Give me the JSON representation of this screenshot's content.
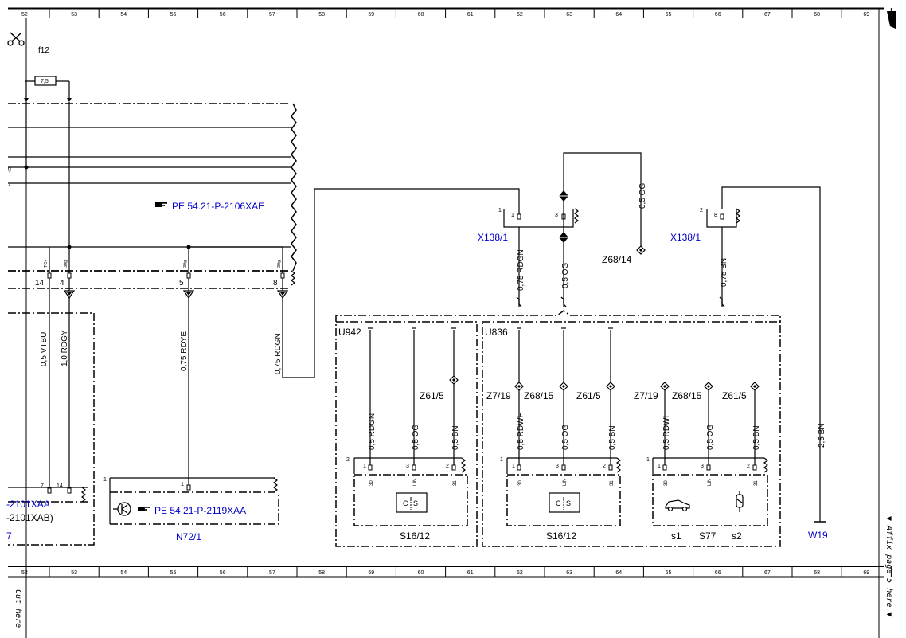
{
  "ruler": {
    "columns": [
      "52",
      "53",
      "54",
      "55",
      "56",
      "57",
      "58",
      "59",
      "60",
      "61",
      "62",
      "63",
      "64",
      "65",
      "66",
      "67",
      "68",
      "69"
    ]
  },
  "margin": {
    "affix_note": "▼ Affix page 5 here ▼",
    "cut_note": "Cut here"
  },
  "fuse": {
    "id": "f12",
    "rating": "7,5"
  },
  "refs": {
    "upper": "PE 54.21-P-2106XAE",
    "lower_left": "-2101XAA",
    "lower_left_b": "-2101XAB)",
    "lower_left_c": "7",
    "n72": "PE 54.21-P-2119XAA"
  },
  "components": {
    "n72": "N72/1",
    "u942": "U942",
    "u836": "U836",
    "s16_left": "S16/12",
    "s16_right": "S16/12",
    "s77": "S77",
    "s77_s1": "s1",
    "s77_s2": "s2",
    "x138_left": "X138/1",
    "x138_right": "X138/1",
    "z68_14": "Z68/14",
    "w19": "W19"
  },
  "splices": {
    "u942_z61": "Z61/5",
    "u836_z719": "Z7/19",
    "u836_z6815": "Z68/15",
    "u836_z61": "Z61/5",
    "s77_z719": "Z7/19",
    "s77_z6815": "Z68/15",
    "s77_z61": "Z61/5"
  },
  "wires": {
    "vtbu": "0,5 VTBU",
    "rdgy": "1,0 RDGY",
    "rdye": "0,75 RDYE",
    "rdgn_left": "0,75 RDGN",
    "x138_rdgn": "0,75 RDGN",
    "x138_og": "0,5 OG",
    "z68_og": "0,5 OG",
    "x138_bn": "0,75 BN",
    "w19_bn": "2,5 BN",
    "u942_rdgn": "0,5 RDGN",
    "u942_og": "0,5 OG",
    "u942_bn": "0,5 BN",
    "u836_rdwh": "0,5 RDWH",
    "u836_og": "0,5 OG",
    "u836_bn": "0,5 BN",
    "s77_rdwh": "0,5 RDWH",
    "s77_og": "0,5 OG",
    "s77_bn": "0,5 BN"
  },
  "pins": {
    "bus_14": "14",
    "bus_4": "4",
    "bus_5": "5",
    "bus_8": "8",
    "bus_tc": "TC+",
    "bus_30g_a": "30g",
    "bus_30g_b": "30g",
    "bus_30g_c": "30g",
    "g_a": "g",
    "z_a": "z",
    "x138l_1": "1",
    "x138l_1b": "1",
    "x138l_3": "3",
    "x138r_2": "2",
    "x138r_8": "8",
    "ll_7": "7",
    "ll_14": "14",
    "n72_1": "1",
    "n72_1b": "1",
    "s16l_2": "2",
    "s16l_1": "1",
    "s16l_3": "3",
    "s16l_2b": "2",
    "s16l_30": "30",
    "s16l_lin": "LIN",
    "s16l_31": "31",
    "s16r_1": "1",
    "s16r_1b": "1",
    "s16r_3": "3",
    "s16r_2": "2",
    "s16r_30": "30",
    "s16r_lin": "LIN",
    "s16r_31": "31",
    "s77_1": "1",
    "s77_1b": "1",
    "s77_3": "3",
    "s77_2": "2",
    "s77_30": "30",
    "s77_lin": "LIN",
    "s77_31": "31"
  },
  "colors": {
    "reference": "#0000cc",
    "line": "#000000"
  },
  "icons": {
    "scissors": "scissors-icon",
    "pointing_hand": "pointing-hand-icon",
    "switch_symbol": "switch-symbol-icon",
    "car": "car-icon",
    "lamp": "lamp-icon",
    "amplifier": "amplifier-icon",
    "corner_mark": "corner-mark-icon"
  }
}
